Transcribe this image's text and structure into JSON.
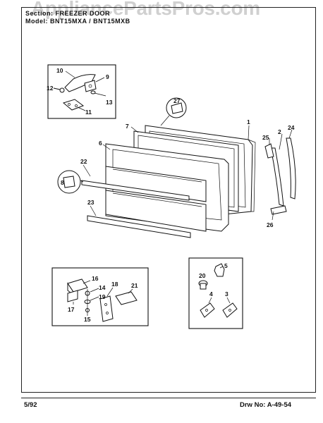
{
  "watermark": "AppliancePartsPros.com",
  "header": {
    "section": "Section:  FREEZER DOOR",
    "model": "Model:  BNT15MXA / BNT15MXB"
  },
  "footer": {
    "date": "5/92",
    "drawing": "Drw No:  A-49-54"
  },
  "callouts": {
    "p1": "1",
    "p2": "2",
    "p3": "3",
    "p4": "4",
    "p5": "5",
    "p6": "6",
    "p7": "7",
    "p8": "8",
    "p9": "9",
    "p10": "10",
    "p11": "11",
    "p12": "12",
    "p13": "13",
    "p14": "14",
    "p15": "15",
    "p16": "16",
    "p17": "17",
    "p18": "18",
    "p19": "19",
    "p20": "20",
    "p21": "21",
    "p22": "22",
    "p23": "23",
    "p24": "24",
    "p25": "25",
    "p26": "26",
    "p27": "27"
  }
}
